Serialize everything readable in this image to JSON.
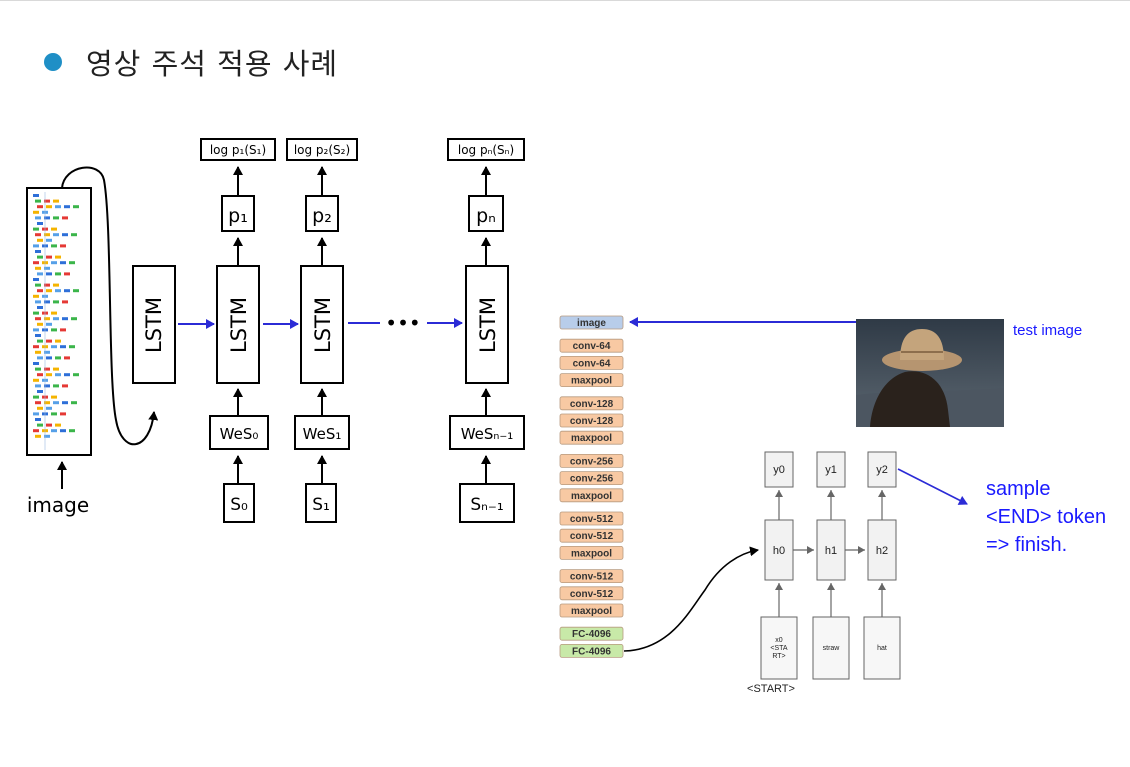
{
  "heading": {
    "title": "영상 주석 적용 사례"
  },
  "lstm_diagram": {
    "image_label": "image",
    "lstm_label": "LSTM",
    "dots": "•••",
    "steps": [
      {
        "log": "log p₁(S₁)",
        "p": "p₁",
        "we": "WeS₀",
        "s": "S₀"
      },
      {
        "log": "log p₂(S₂)",
        "p": "p₂",
        "we": "WeS₁",
        "s": "S₁"
      },
      {
        "log": "log pₙ(Sₙ)",
        "p": "pₙ",
        "we": "WeSₙ₋₁",
        "s": "Sₙ₋₁"
      }
    ]
  },
  "cnn": {
    "layers": [
      {
        "label": "image",
        "kind": "input"
      },
      {
        "label": "conv-64",
        "kind": "conv"
      },
      {
        "label": "conv-64",
        "kind": "conv"
      },
      {
        "label": "maxpool",
        "kind": "conv"
      },
      {
        "label": "conv-128",
        "kind": "conv"
      },
      {
        "label": "conv-128",
        "kind": "conv"
      },
      {
        "label": "maxpool",
        "kind": "conv"
      },
      {
        "label": "conv-256",
        "kind": "conv"
      },
      {
        "label": "conv-256",
        "kind": "conv"
      },
      {
        "label": "maxpool",
        "kind": "conv"
      },
      {
        "label": "conv-512",
        "kind": "conv"
      },
      {
        "label": "conv-512",
        "kind": "conv"
      },
      {
        "label": "maxpool",
        "kind": "conv"
      },
      {
        "label": "conv-512",
        "kind": "conv"
      },
      {
        "label": "conv-512",
        "kind": "conv"
      },
      {
        "label": "maxpool",
        "kind": "conv"
      },
      {
        "label": "FC-4096",
        "kind": "fc"
      },
      {
        "label": "FC-4096",
        "kind": "fc"
      }
    ],
    "colors": {
      "input": "#b8cdea",
      "conv": "#f8c9a3",
      "fc": "#c8e9a8"
    }
  },
  "rnn": {
    "test_image_label": "test image",
    "outputs": [
      "y0",
      "y1",
      "y2"
    ],
    "hidden": [
      "h0",
      "h1",
      "h2"
    ],
    "inputs": [
      "x0\n<STA\nRT>",
      "straw",
      "hat"
    ],
    "start_label": "<START>",
    "note": [
      "sample",
      "<END> token",
      "=> finish."
    ]
  },
  "colors": {
    "arrow_blue": "#2b2bd6",
    "note_blue": "#1a1aff",
    "bullet": "#1f8fc6"
  }
}
